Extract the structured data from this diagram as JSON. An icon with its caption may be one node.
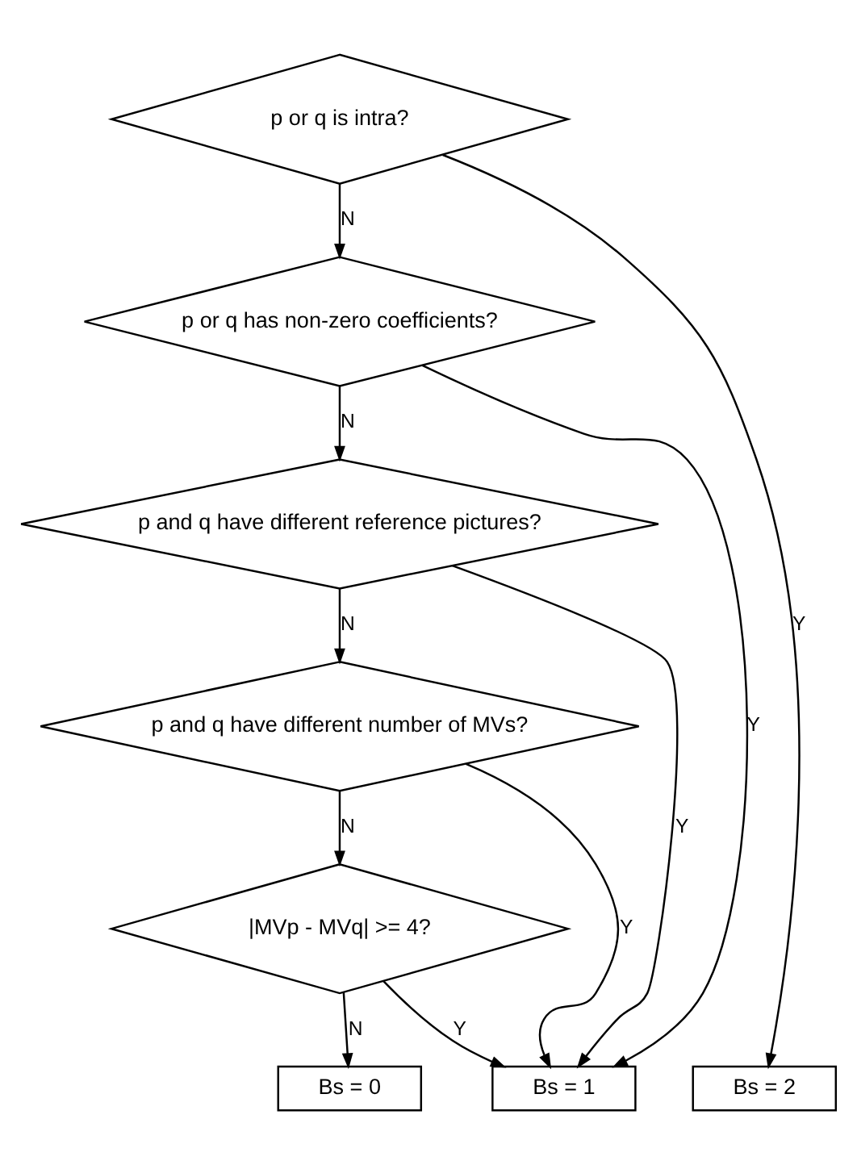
{
  "diagram": {
    "nodes": [
      {
        "text": [
          "p or q is intra?"
        ]
      },
      {
        "text": [
          "p or q has non-zero coefficients?"
        ]
      },
      {
        "text": [
          "p and q have different reference pictures?"
        ]
      },
      {
        "text": [
          "p and q have different number of MVs?"
        ]
      },
      {
        "text": [
          "|MVp - MVq| >= 4?"
        ]
      },
      {
        "text": [
          "Bs = 2"
        ]
      },
      {
        "text": [
          "Bs = 1"
        ]
      },
      {
        "text": [
          "Bs = 0"
        ]
      }
    ],
    "edges": [
      {
        "from": 0,
        "to": 5,
        "arrow": "to",
        "label": "Y"
      },
      {
        "from": 0,
        "to": 1,
        "arrow": "to",
        "label": "N"
      },
      {
        "from": 1,
        "to": 6,
        "arrow": "to",
        "label": "Y"
      },
      {
        "from": 1,
        "to": 2,
        "arrow": "to",
        "label": "N"
      },
      {
        "from": 2,
        "to": 6,
        "arrow": "to",
        "label": "Y"
      },
      {
        "from": 2,
        "to": 3,
        "arrow": "to",
        "label": "N"
      },
      {
        "from": 3,
        "to": 6,
        "arrow": "to",
        "label": "Y"
      },
      {
        "from": 3,
        "to": 4,
        "arrow": "to",
        "label": "N"
      },
      {
        "from": 4,
        "to": 6,
        "arrow": "to",
        "label": "Y"
      },
      {
        "from": 4,
        "to": 7,
        "arrow": "to",
        "label": "N"
      }
    ]
  }
}
